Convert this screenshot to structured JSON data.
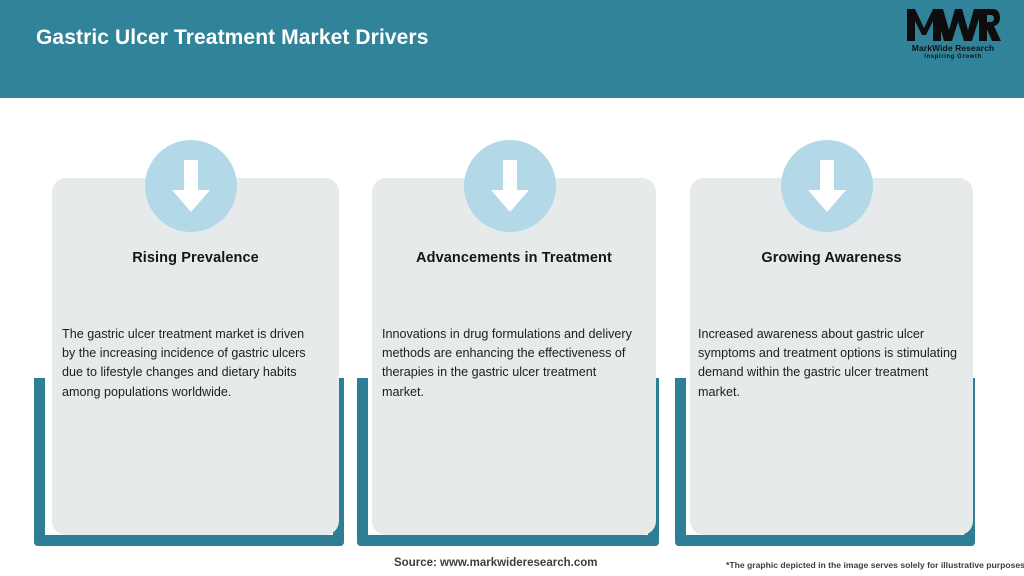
{
  "header": {
    "title": "Gastric Ulcer Treatment Market Drivers",
    "background_color": "#31839a",
    "title_color": "#ffffff"
  },
  "logo": {
    "mark_text": "MWR",
    "name": "MarkWide Research",
    "tagline": "Inspiring Growth"
  },
  "theme": {
    "teal": "#2e7f96",
    "header_teal": "#31839a",
    "card_grey": "#e7eaeb",
    "icon_circle_blue": "#b3d8e7",
    "arrow_white": "#ffffff",
    "page_background": "#ffffff"
  },
  "cards": [
    {
      "icon": "arrow-down-icon",
      "heading": "Rising Prevalence",
      "body": "The gastric ulcer treatment market is driven by the increasing incidence of gastric ulcers due to lifestyle changes and dietary habits among populations worldwide."
    },
    {
      "icon": "arrow-down-icon",
      "heading": "Advancements in Treatment",
      "body": "Innovations in drug formulations and delivery methods are enhancing the effectiveness of therapies in the gastric ulcer treatment market."
    },
    {
      "icon": "arrow-down-icon",
      "heading": "Growing Awareness",
      "body": "Increased awareness about gastric ulcer symptoms and treatment options is stimulating demand within the gastric ulcer treatment market."
    }
  ],
  "footer": {
    "source": "Source: www.markwideresearch.com",
    "disclaimer": "*The graphic depicted in the image serves solely for illustrative purposes"
  }
}
